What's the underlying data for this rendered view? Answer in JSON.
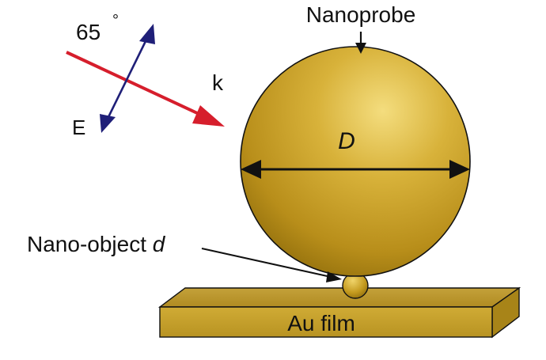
{
  "labels": {
    "angle_value": "65",
    "angle_unit": "°",
    "wave_vector": "k",
    "electric_field": "E",
    "nanoprobe": "Nanoprobe",
    "probe_diameter": "D",
    "nano_object_prefix": "Nano-object",
    "nano_object_symbol": "d",
    "substrate": "Au film"
  },
  "colors": {
    "wave_vector_arrow": "#d61e2c",
    "field_arrow": "#1f1f78",
    "gold": "#c9a12c",
    "gold_dark": "#9c7a12",
    "outline": "#111111"
  }
}
